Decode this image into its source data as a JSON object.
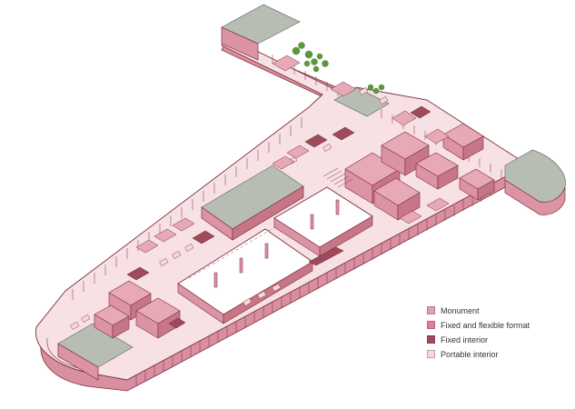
{
  "legend": {
    "items": [
      {
        "label": "Monument",
        "color": "#d9a5b0"
      },
      {
        "label": "Fixed and flexible format",
        "color": "#e07f95"
      },
      {
        "label": "Fixed interior",
        "color": "#9d4a5a"
      },
      {
        "label": "Portable interior",
        "color": "#f6d7dd"
      }
    ]
  },
  "colors": {
    "floor": "#f7e1e5",
    "wall": "#dc93a3",
    "wall_dark": "#b3606f",
    "line": "#7b2f3f",
    "roof": "#b8bdb4",
    "roof_dark": "#9ea49a",
    "atrium": "#ffffff",
    "plant": "#5a9a3c"
  }
}
